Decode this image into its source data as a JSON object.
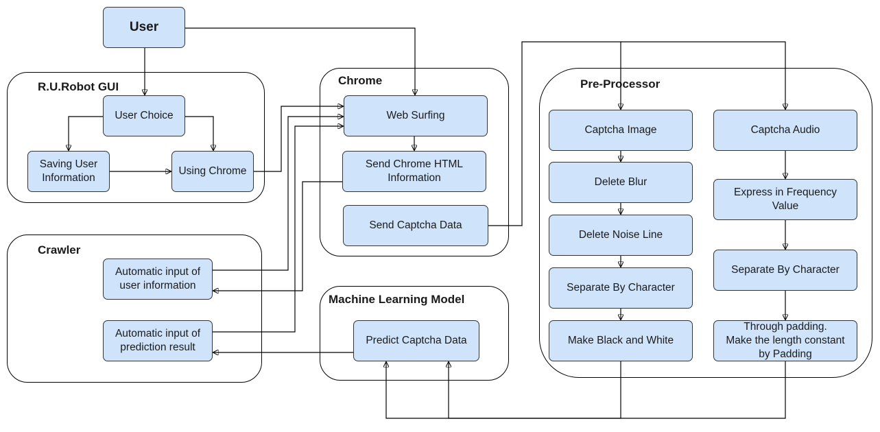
{
  "groups": {
    "gui": "R.U.Robot GUI",
    "chrome": "Chrome",
    "crawler": "Crawler",
    "ml": "Machine Learning Model",
    "pre": "Pre-Processor"
  },
  "nodes": {
    "user": "User",
    "user_choice": "User Choice",
    "saving_user_info": "Saving User\nInformation",
    "using_chrome": "Using Chrome",
    "web_surfing": "Web Surfing",
    "send_chrome_html": "Send Chrome HTML\nInformation",
    "send_captcha_data": "Send Captcha Data",
    "auto_input_user_info": "Automatic input of\nuser information",
    "auto_input_prediction": "Automatic input of\nprediction result",
    "predict_captcha": "Predict Captcha Data",
    "captcha_image": "Captcha Image",
    "delete_blur": "Delete Blur",
    "delete_noise_line": "Delete Noise Line",
    "separate_char_image": "Separate By Character",
    "make_bw": "Make Black and White",
    "captcha_audio": "Captcha Audio",
    "express_freq": "Express in Frequency\nValue",
    "separate_char_audio": "Separate By Character",
    "padding": "Through padding.\nMake the length constant\nby Padding"
  },
  "colors": {
    "node_fill": "#cfe4fb",
    "node_border": "#333333",
    "edge": "#000000"
  }
}
